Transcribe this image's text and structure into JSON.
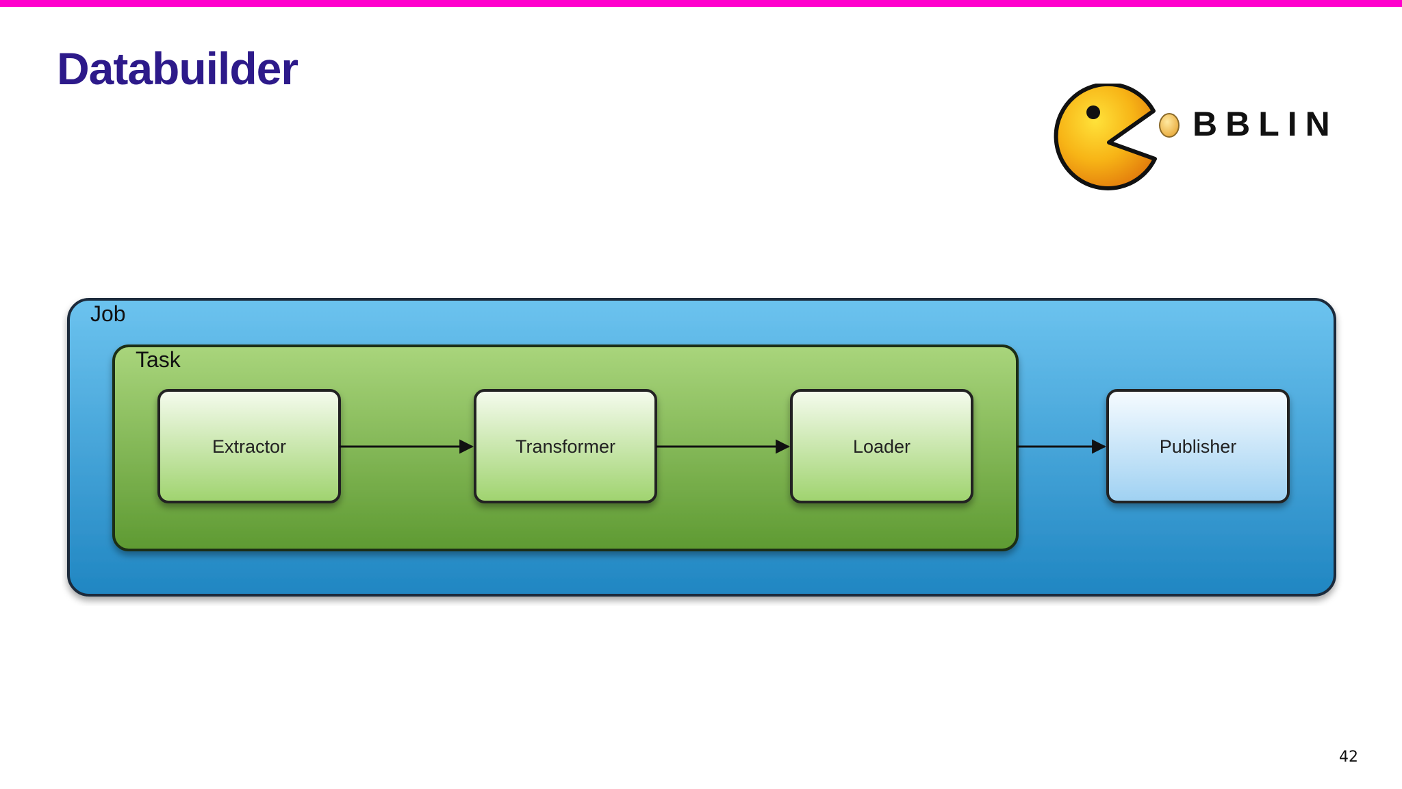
{
  "slide": {
    "title": "Databuilder",
    "page_number": "42"
  },
  "logo": {
    "text": "BBLIN"
  },
  "diagram": {
    "job_label": "Job",
    "task_label": "Task",
    "nodes": [
      {
        "id": "extractor",
        "label": "Extractor"
      },
      {
        "id": "transformer",
        "label": "Transformer"
      },
      {
        "id": "loader",
        "label": "Loader"
      },
      {
        "id": "publisher",
        "label": "Publisher"
      }
    ]
  },
  "colors": {
    "accent_bar": "#ff00cc",
    "title": "#2d1a8a",
    "job_fill": "#3aa0de",
    "task_fill": "#7bb84c",
    "node_fill": "#c8e7a3",
    "publisher_fill": "#d6ecfb"
  }
}
